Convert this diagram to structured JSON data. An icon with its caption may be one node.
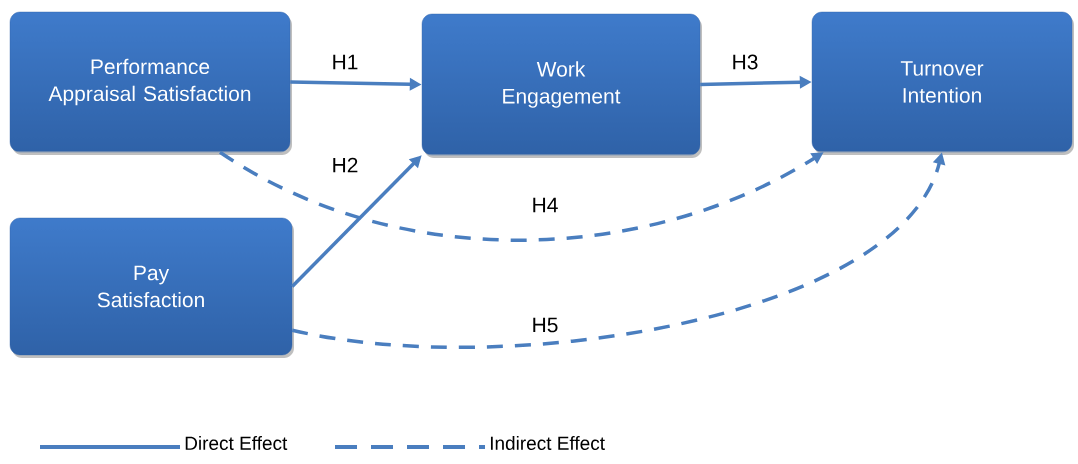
{
  "diagram": {
    "nodes": [
      {
        "text": [
          "Performance Appraisal Satisfaction"
        ]
      },
      {
        "text": [
          "Pay Satisfaction"
        ]
      },
      {
        "text": [
          "Work Engagement"
        ]
      },
      {
        "text": [
          "Turnover Intention"
        ]
      }
    ],
    "edges": [
      {
        "from": 0,
        "to": 2,
        "arrow": "to",
        "label": "H1"
      },
      {
        "from": 1,
        "to": 2,
        "arrow": "to",
        "label": "H2"
      },
      {
        "from": 2,
        "to": 3,
        "arrow": "to",
        "label": "H3"
      },
      {
        "from": 0,
        "to": 3,
        "arrow": "to",
        "label": "H4",
        "style": "dashed"
      },
      {
        "from": 1,
        "to": 3,
        "arrow": "to",
        "label": "H5",
        "style": "dashed"
      }
    ],
    "legend": [
      {
        "text": "Direct Effect"
      },
      {
        "text": "Indirect Effect"
      }
    ]
  }
}
